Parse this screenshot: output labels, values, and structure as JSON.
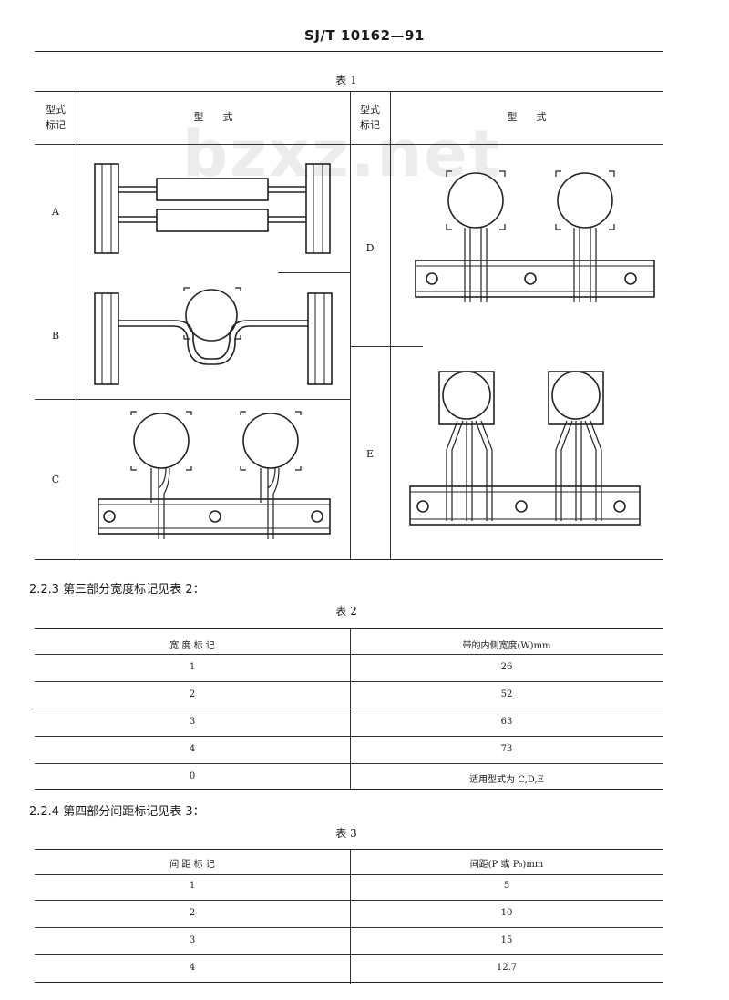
{
  "header": {
    "code": "SJ/T 10162—91"
  },
  "watermark": "bzxz.net",
  "table1": {
    "caption": "表 1",
    "col_mark": "型式\n标记",
    "col_form_left": "型      式",
    "col_form_right": "型      式",
    "rows": [
      "A",
      "B",
      "C",
      "D",
      "E"
    ]
  },
  "section_223": {
    "text": "2.2.3  第三部分宽度标记见表 2："
  },
  "table2": {
    "caption": "表 2",
    "headers": [
      "宽  度  标  记",
      "带的内侧宽度(W)mm"
    ],
    "rows": [
      [
        "1",
        "26"
      ],
      [
        "2",
        "52"
      ],
      [
        "3",
        "63"
      ],
      [
        "4",
        "73"
      ],
      [
        "0",
        "适用型式为 C,D,E"
      ]
    ]
  },
  "section_224": {
    "text": "2.2.4  第四部分间距标记见表 3："
  },
  "table3": {
    "caption": "表 3",
    "headers": [
      "间  距  标  记",
      "间距(P 或 P₀)mm"
    ],
    "rows": [
      [
        "1",
        "5"
      ],
      [
        "2",
        "10"
      ],
      [
        "3",
        "15"
      ],
      [
        "4",
        "12.7"
      ]
    ]
  }
}
